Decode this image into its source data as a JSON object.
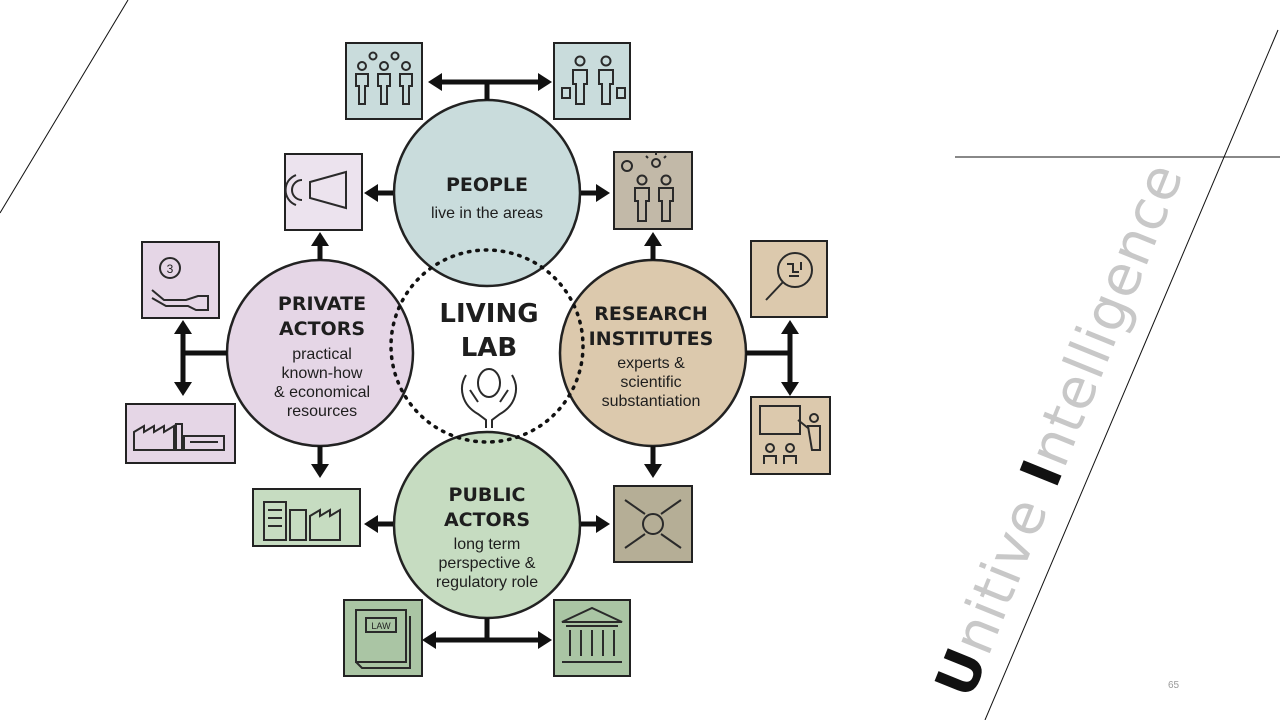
{
  "center": {
    "title_line1": "LIVING",
    "title_line2": "LAB"
  },
  "nodes": {
    "people": {
      "title": "PEOPLE",
      "sub": [
        "live in the areas"
      ],
      "color": "#c9dcdc"
    },
    "research": {
      "title": [
        "RESEARCH",
        "INSTITUTES"
      ],
      "sub": [
        "experts &",
        "scientific",
        "substantiation"
      ],
      "color": "#dcc9ad"
    },
    "public": {
      "title": [
        "PUBLIC",
        "ACTORS"
      ],
      "sub": [
        "long term",
        "perspective &",
        "regulatory role"
      ],
      "color": "#c6dcc1"
    },
    "private": {
      "title": [
        "PRIVATE",
        "ACTORS"
      ],
      "sub": [
        "practical",
        "known-how",
        "& economical",
        "resources"
      ],
      "color": "#e5d6e6"
    }
  },
  "icons": {
    "people-top-left": "residents-group-icon",
    "people-top-right": "shoppers-icon",
    "people-right": "ideas-people-icon",
    "people-left": "megaphone-icon",
    "research-top": "magnifier-circuit-icon",
    "research-bottom": "presentation-icon",
    "public-right": "joined-hands-icon",
    "public-bottom-left": "law-book-icon",
    "public-bottom-right": "government-building-icon",
    "public-left": "city-buildings-icon",
    "private-top": "hand-coin-icon",
    "private-bottom": "factory-icon",
    "law_label": "LAW"
  },
  "brand": {
    "first": "U",
    "rest_a": "nitive ",
    "hl": "I",
    "rest_b": "ntelligence"
  },
  "page_number": "65"
}
